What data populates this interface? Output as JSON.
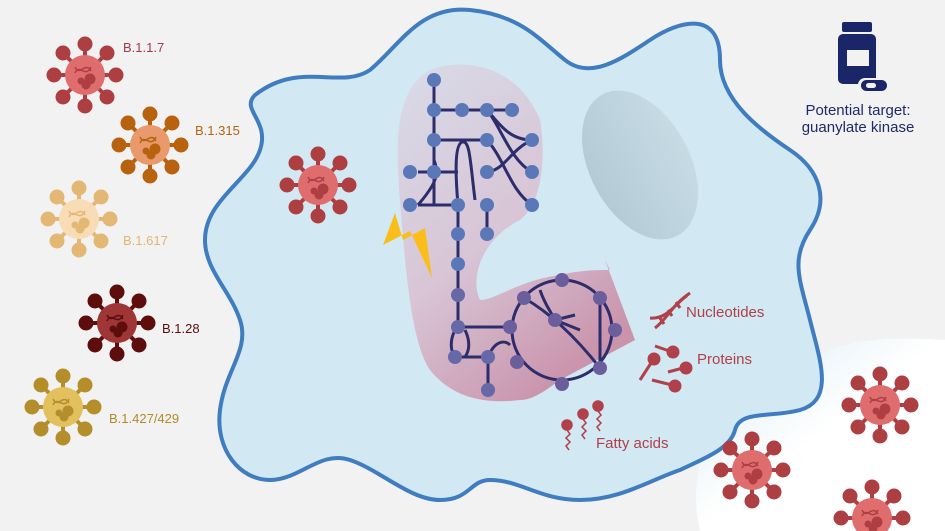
{
  "variants": [
    {
      "label": "B.1.1.7",
      "body": "#e06d6e",
      "spike": "#ad3f42",
      "label_color": "#a8384b"
    },
    {
      "label": "B.1.315",
      "body": "#e89a6c",
      "spike": "#b8620f",
      "label_color": "#b8620f"
    },
    {
      "label": "B.1.617",
      "body": "#f7dcb6",
      "spike": "#e3b874",
      "label_color": "#e0b574"
    },
    {
      "label": "B.1.28",
      "body": "#9e3537",
      "spike": "#5e0d0d",
      "label_color": "#5a0e10"
    },
    {
      "label": "B.1.427/429",
      "body": "#e2c05e",
      "spike": "#b58e2c",
      "label_color": "#b28a2a"
    }
  ],
  "target": {
    "icon": "medicine-bottle-pill-icon",
    "line1": "Potential target:",
    "line2": "guanylate kinase",
    "color": "#1a2668"
  },
  "products": {
    "nucleotides": "Nucleotides",
    "proteins": "Proteins",
    "fatty_acids": "Fatty acids",
    "color": "#b0404a"
  },
  "colors": {
    "cell_fill": "#d2e8f2",
    "cell_stroke": "#3f7dc0",
    "nucleus": "#b7d1dc",
    "pathway_node": "#5a78b8",
    "pathway_line": "#2d2d6b",
    "lightning": "#fbbd1a",
    "virus_body": "#e06d6e",
    "virus_spike": "#ad3f42"
  }
}
